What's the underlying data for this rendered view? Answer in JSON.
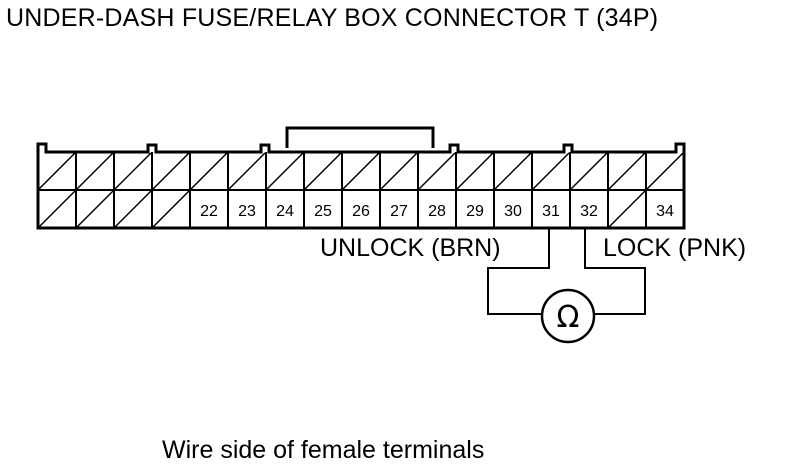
{
  "title": "UNDER-DASH FUSE/RELAY BOX CONNECTOR T (34P)",
  "caption": "Wire side of female terminals",
  "connector": {
    "top_row_cavities": 17,
    "bottom_row": [
      {
        "label": "",
        "empty": true
      },
      {
        "label": "",
        "empty": true
      },
      {
        "label": "",
        "empty": true
      },
      {
        "label": "",
        "empty": true
      },
      {
        "label": "22",
        "empty": false
      },
      {
        "label": "23",
        "empty": false
      },
      {
        "label": "24",
        "empty": false
      },
      {
        "label": "25",
        "empty": false
      },
      {
        "label": "26",
        "empty": false
      },
      {
        "label": "27",
        "empty": false
      },
      {
        "label": "28",
        "empty": false
      },
      {
        "label": "29",
        "empty": false
      },
      {
        "label": "30",
        "empty": false
      },
      {
        "label": "31",
        "empty": false
      },
      {
        "label": "32",
        "empty": false
      },
      {
        "label": "",
        "empty": true
      },
      {
        "label": "34",
        "empty": false
      }
    ]
  },
  "wires": {
    "unlock_label": "UNLOCK (BRN)",
    "lock_label": "LOCK (PNK)"
  },
  "meter": {
    "symbol": "Ω",
    "icon": "ohmmeter-icon"
  }
}
